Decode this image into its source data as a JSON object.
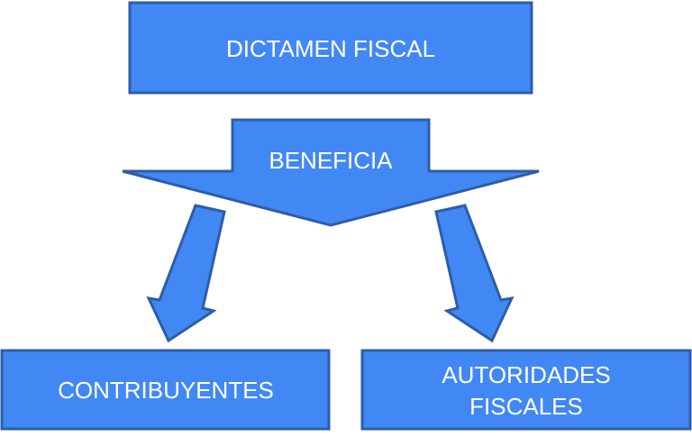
{
  "diagram": {
    "top_box": {
      "label": "DICTAMEN FISCAL"
    },
    "central_arrow": {
      "label": "BENEFICIA"
    },
    "left_box": {
      "label": "CONTRIBUYENTES"
    },
    "right_box": {
      "label_line1": "AUTORIDADES",
      "label_line2": "FISCALES"
    }
  },
  "colors": {
    "fill": "#4288F4",
    "stroke": "#2D5DA8",
    "text": "#FFFFFF"
  }
}
